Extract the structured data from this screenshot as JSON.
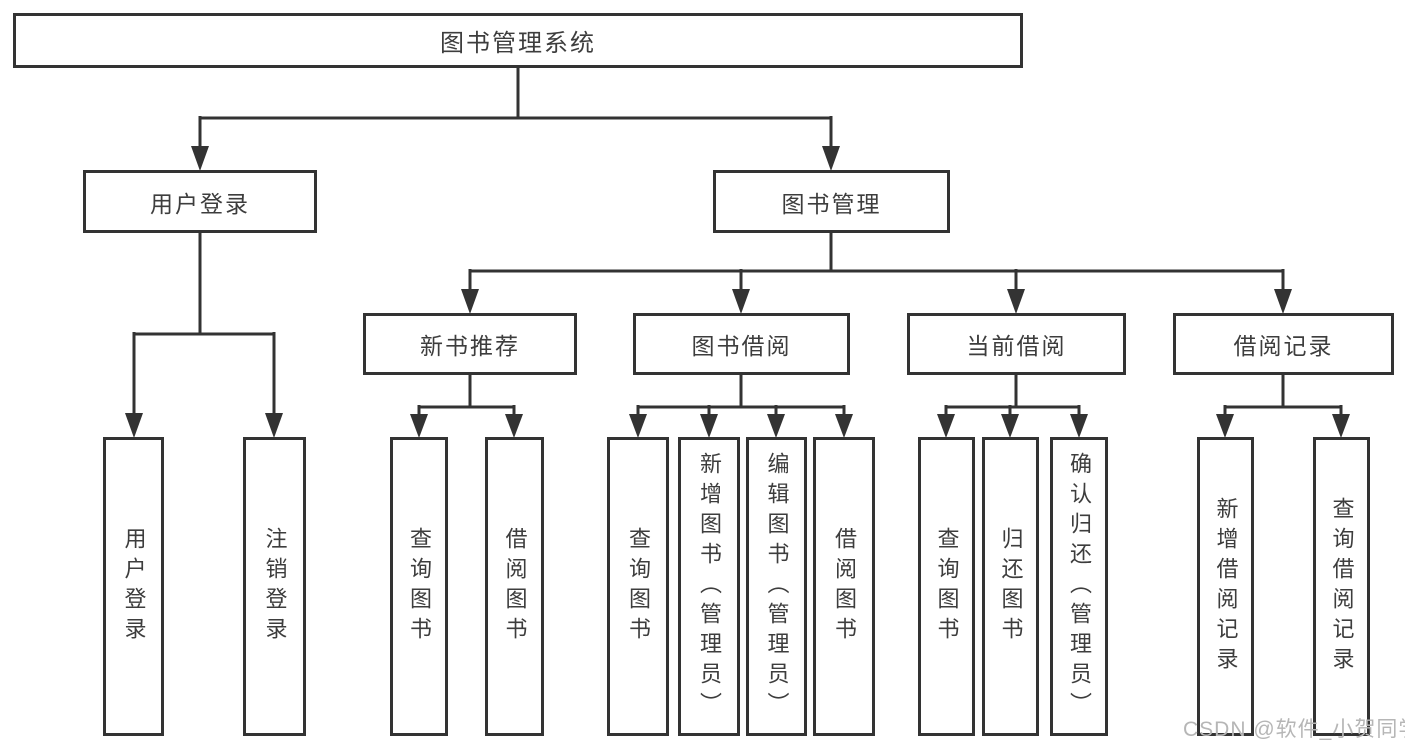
{
  "colors": {
    "line": "#333333",
    "text": "#3d3d3d",
    "watermark": "#b6b6b6",
    "bg": "#ffffff"
  },
  "tree": {
    "root": {
      "label": "图书管理系统",
      "children": [
        {
          "label": "用户登录",
          "children": [
            {
              "label": "用户登录"
            },
            {
              "label": "注销登录"
            }
          ]
        },
        {
          "label": "图书管理",
          "children": [
            {
              "label": "新书推荐",
              "children": [
                {
                  "label": "查询图书"
                },
                {
                  "label": "借阅图书"
                }
              ]
            },
            {
              "label": "图书借阅",
              "children": [
                {
                  "label": "查询图书"
                },
                {
                  "label": "新增图书（管理员）"
                },
                {
                  "label": "编辑图书（管理员）"
                },
                {
                  "label": "借阅图书"
                }
              ]
            },
            {
              "label": "当前借阅",
              "children": [
                {
                  "label": "查询图书"
                },
                {
                  "label": "归还图书"
                },
                {
                  "label": "确认归还（管理员）"
                }
              ]
            },
            {
              "label": "借阅记录",
              "children": [
                {
                  "label": "新增借阅记录"
                },
                {
                  "label": "查询借阅记录"
                }
              ]
            }
          ]
        }
      ]
    }
  },
  "watermark": {
    "text": "CSDN @软件_小贺同学"
  }
}
